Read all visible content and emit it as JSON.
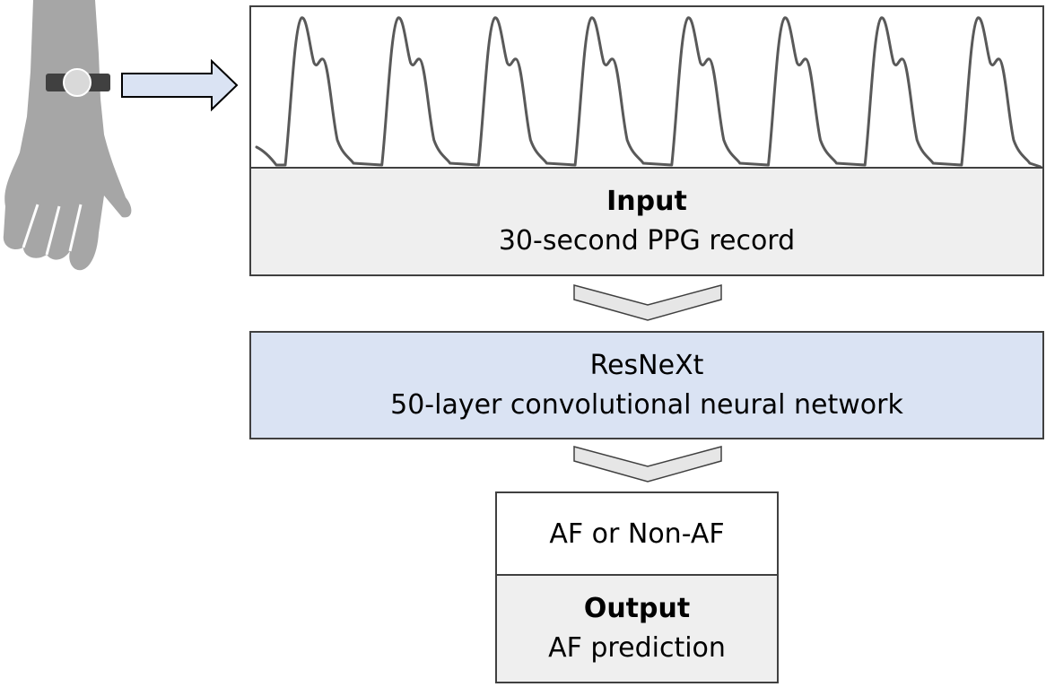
{
  "input": {
    "heading": "Input",
    "description": "30-second PPG record"
  },
  "model": {
    "name": "ResNeXt",
    "description": "50-layer convolutional neural network"
  },
  "result": {
    "label": "AF or Non-AF"
  },
  "output": {
    "heading": "Output",
    "description": "AF prediction"
  },
  "colors": {
    "input_fill": "#efefef",
    "model_fill": "#dae3f3",
    "arrow_fill": "#dae3f3",
    "chevron_fill": "#e6e6e6",
    "hand_fill": "#a6a6a6",
    "watch_band": "#404040",
    "waveform_stroke": "#595959",
    "border": "#404040"
  },
  "icons": {
    "hand": "hand-with-wristwatch-icon",
    "arrow": "arrow-right-icon",
    "chevron": "chevron-down-icon"
  }
}
